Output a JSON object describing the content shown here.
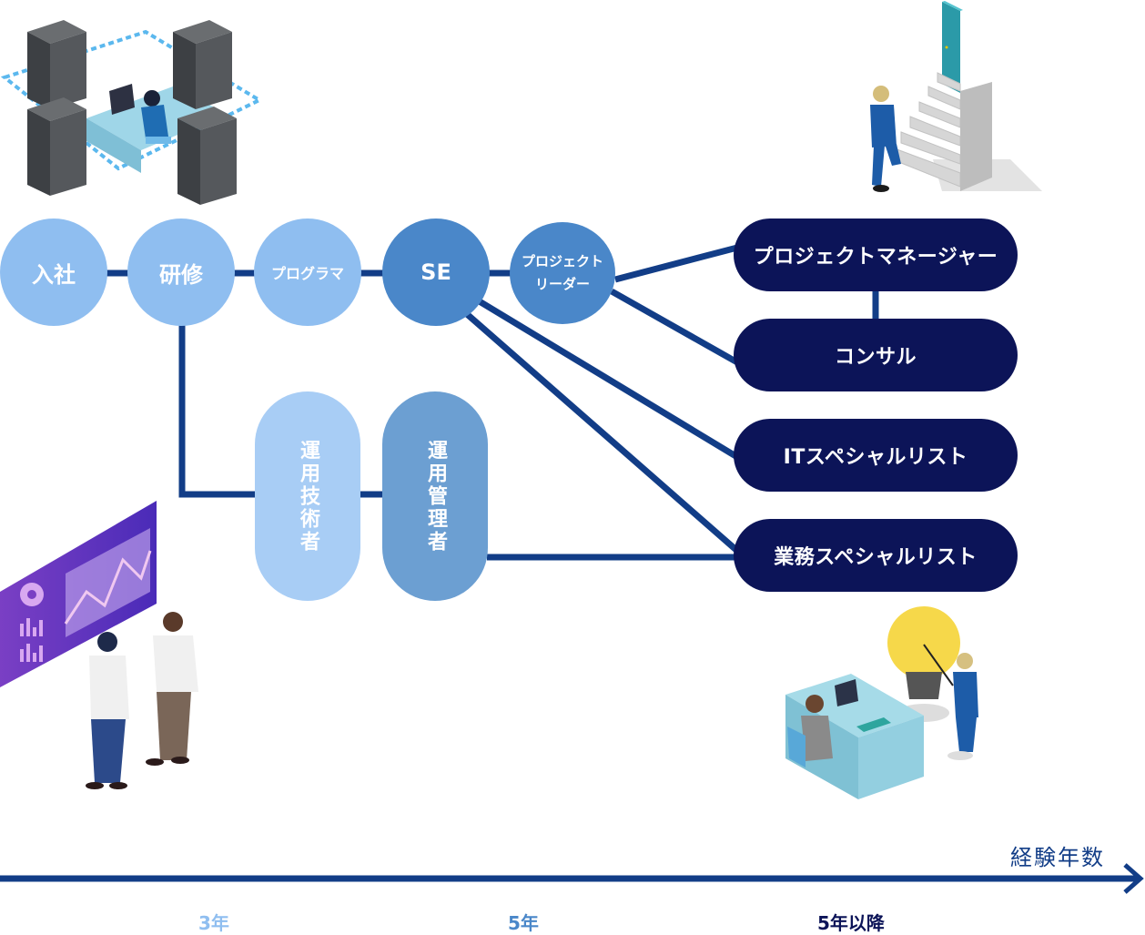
{
  "colors": {
    "line": "#123d87",
    "circle_light": "#8fbef0",
    "circle_mid": "#4a87c9",
    "vpill_light": "#a8cdf5",
    "vpill_mid": "#6c9fd2",
    "pill_dark": "#0c1458",
    "axis_3y": "#8fbef0",
    "axis_5y": "#4a87c9",
    "axis_after": "#0c1458"
  },
  "nodes": {
    "entry": "入社",
    "training": "研修",
    "programmer": "プログラマ",
    "se": "SE",
    "project_leader_line1": "プロジェクト",
    "project_leader_line2": "リーダー",
    "ops_engineer": "運用技術者",
    "ops_manager": "運用管理者",
    "project_manager": "プロジェクトマネージャー",
    "consultant": "コンサル",
    "it_specialist": "ITスペシャルリスト",
    "business_specialist": "業務スペシャルリスト"
  },
  "axis": {
    "title": "経験年数",
    "ticks": [
      "3年",
      "5年",
      "5年以降"
    ]
  },
  "illustrations": {
    "top_left": "server-room-engineer",
    "top_right": "man-climbing-stairs-to-door",
    "bottom_left": "analysts-viewing-dashboard",
    "bottom_right": "consultant-with-lightbulb"
  }
}
